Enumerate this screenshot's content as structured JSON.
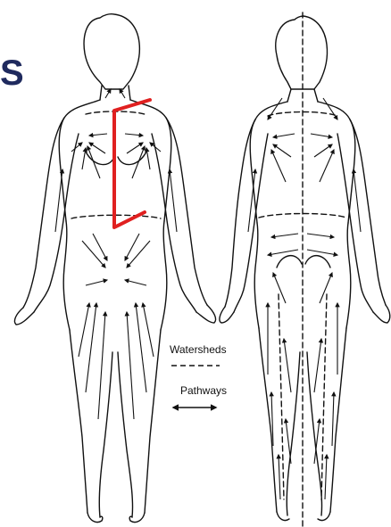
{
  "heading_fragment": "S",
  "legend": {
    "watersheds": "Watersheds",
    "pathways": "Pathways"
  },
  "colors": {
    "line": "#111111",
    "watershed_marker": "#e02020",
    "heading": "#1f2a5e"
  },
  "figures": [
    {
      "view": "front"
    },
    {
      "view": "back"
    }
  ]
}
